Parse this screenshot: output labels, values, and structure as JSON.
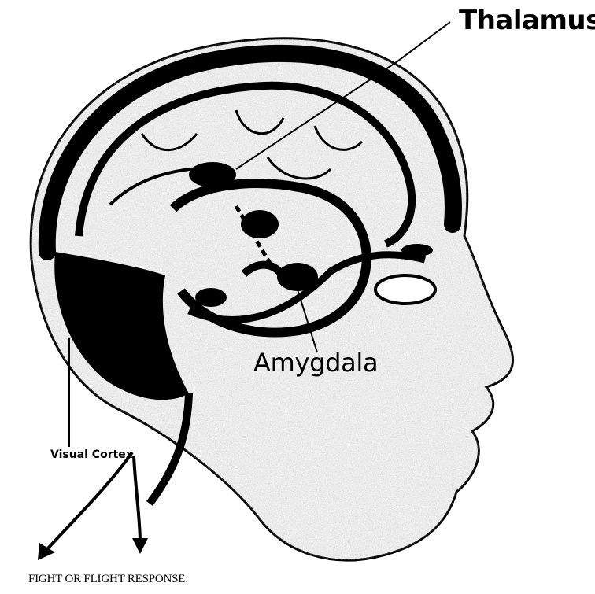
{
  "labels": {
    "thalamus": "Thalamus",
    "amygdala": "Amygdala",
    "visual_cortex": "Visual Cortex",
    "response": "FIGHT OR FLIGHT RESPONSE:"
  },
  "colors": {
    "ink": "#000000",
    "paper": "#ffffff",
    "stipple": "#8a8a8a"
  }
}
